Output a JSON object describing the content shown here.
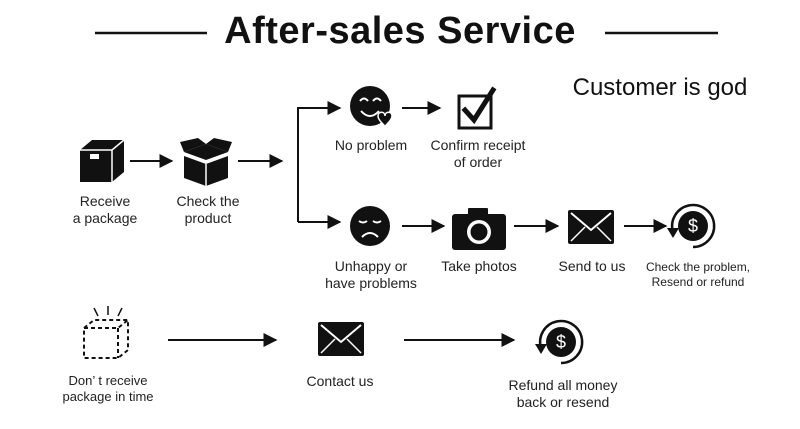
{
  "title": "After-sales Service",
  "tagline": "Customer is god",
  "colors": {
    "ink": "#111111",
    "line": "#111111",
    "background": "#ffffff"
  },
  "steps": {
    "receive": {
      "label": "Receive\na package",
      "icon": "package-icon"
    },
    "check": {
      "label": "Check the\nproduct",
      "icon": "open-box-icon"
    },
    "no_problem": {
      "label": "No problem",
      "icon": "happy-face-icon"
    },
    "confirm": {
      "label": "Confirm receipt\nof order",
      "icon": "checkbox-checked-icon"
    },
    "unhappy": {
      "label": "Unhappy or\nhave problems",
      "icon": "sad-face-icon"
    },
    "photos": {
      "label": "Take photos",
      "icon": "camera-icon"
    },
    "send": {
      "label": "Send to us",
      "icon": "envelope-icon"
    },
    "resend": {
      "label": "Check the problem,\nResend or refund",
      "icon": "dollar-refund-icon"
    },
    "not_received": {
      "label": "Don’ t receive\npackage in time",
      "icon": "missing-package-icon"
    },
    "contact": {
      "label": "Contact us",
      "icon": "envelope-icon"
    },
    "refund": {
      "label": "Refund all money\nback or resend",
      "icon": "dollar-refund-icon"
    }
  }
}
